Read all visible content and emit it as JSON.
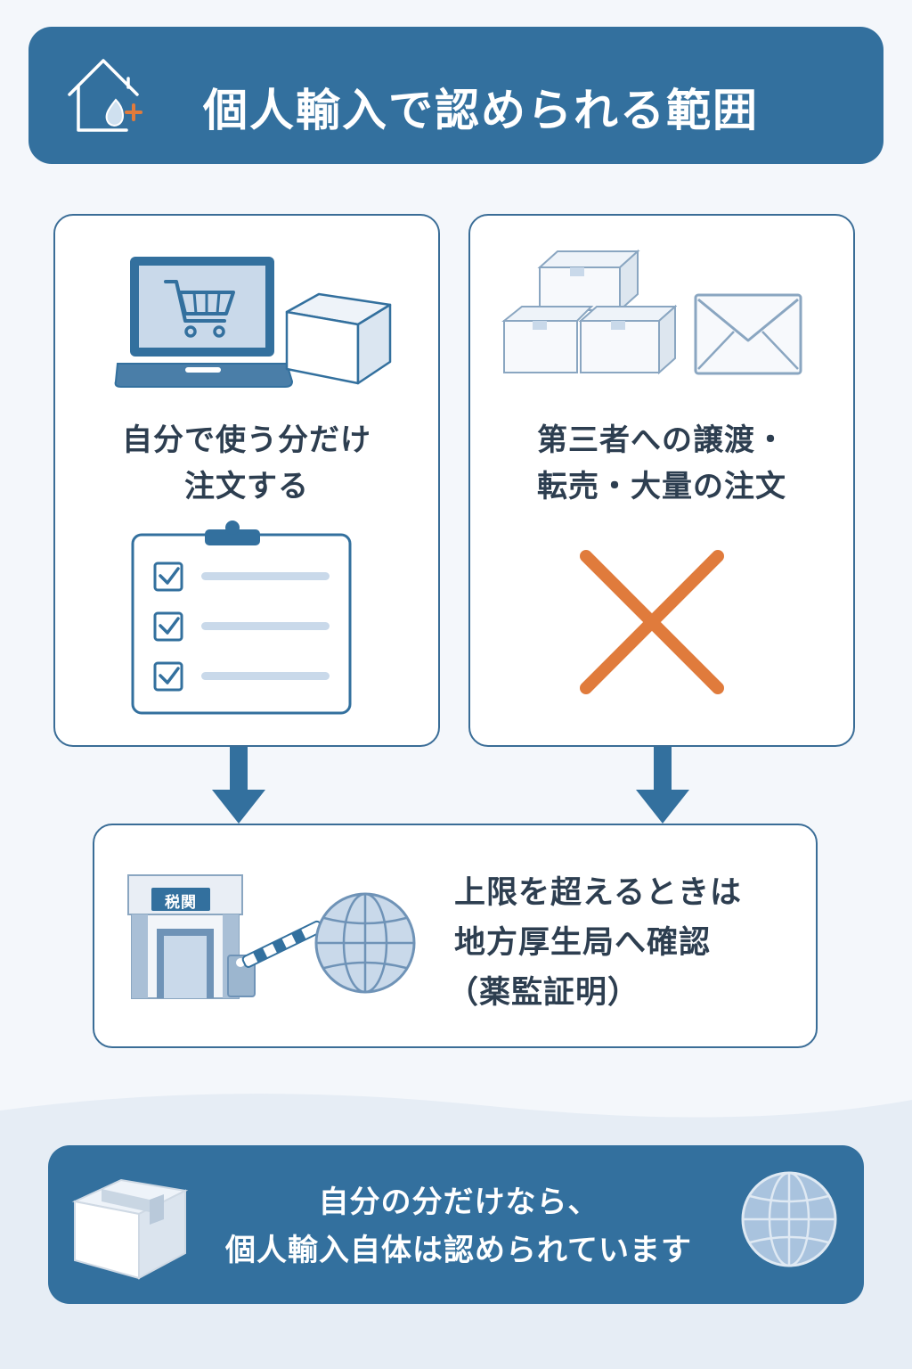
{
  "header": {
    "title": "個人輸入で認められる範囲",
    "icon": "house-drop-plus-icon"
  },
  "cards": {
    "allowed": {
      "line1": "自分で使う分だけ",
      "line2": "注文する",
      "icons": [
        "laptop-cart-icon",
        "box-icon",
        "checklist-clipboard-icon"
      ]
    },
    "prohibited": {
      "line1": "第三者への譲渡・",
      "line2": "転売・大量の注文",
      "icons": [
        "stacked-boxes-icon",
        "envelope-icon",
        "cross-mark-icon"
      ]
    },
    "limit": {
      "line1": "上限を超えるときは",
      "line2": "地方厚生局へ確認",
      "line3": "（薬監証明）",
      "customs_sign": "税関",
      "icons": [
        "customs-gate-icon",
        "globe-icon"
      ]
    }
  },
  "footer": {
    "line1": "自分の分だけなら、",
    "line2": "個人輸入自体は認められています",
    "icons": [
      "package-icon",
      "globe-icon"
    ]
  },
  "colors": {
    "primary": "#33709e",
    "accent_orange": "#e07b3c",
    "card_border": "#3a6d97",
    "light_blue": "#c9d9ea",
    "background": "#f4f7fb"
  }
}
